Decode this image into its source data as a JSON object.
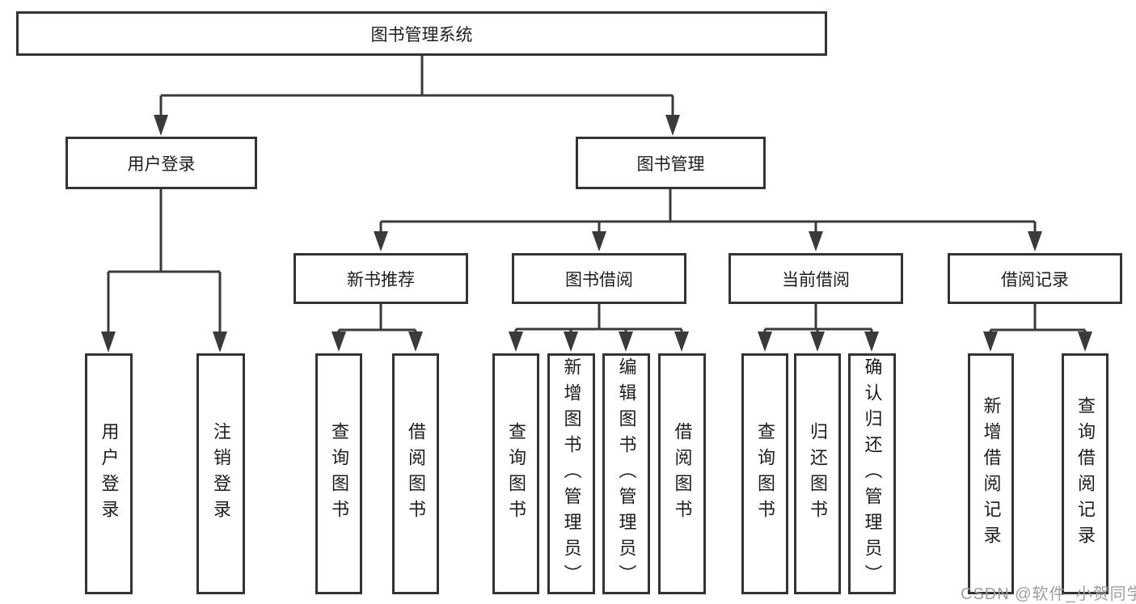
{
  "tree": {
    "label": "图书管理系统",
    "children": [
      {
        "label": "用户登录",
        "children": [
          {
            "label": "用户登录"
          },
          {
            "label": "注销登录"
          }
        ]
      },
      {
        "label": "图书管理",
        "children": [
          {
            "label": "新书推荐",
            "children": [
              {
                "label": "查询图书"
              },
              {
                "label": "借阅图书"
              }
            ]
          },
          {
            "label": "图书借阅",
            "children": [
              {
                "label": "查询图书"
              },
              {
                "label": "新增图书（管理员）"
              },
              {
                "label": "编辑图书（管理员）"
              },
              {
                "label": "借阅图书"
              }
            ]
          },
          {
            "label": "当前借阅",
            "children": [
              {
                "label": "查询图书"
              },
              {
                "label": "归还图书"
              },
              {
                "label": "确认归还（管理员）"
              }
            ]
          },
          {
            "label": "借阅记录",
            "children": [
              {
                "label": "新增借阅记录"
              },
              {
                "label": "查询借阅记录"
              }
            ]
          }
        ]
      }
    ]
  },
  "watermark": "CSDN @软件_小贺同学",
  "colors": {
    "line": "#3a3a3a",
    "box_border": "#333333",
    "box_fill": "#ffffff",
    "text": "#1d1d1d",
    "watermark": "#9e9e9e",
    "background": "#ffffff"
  }
}
